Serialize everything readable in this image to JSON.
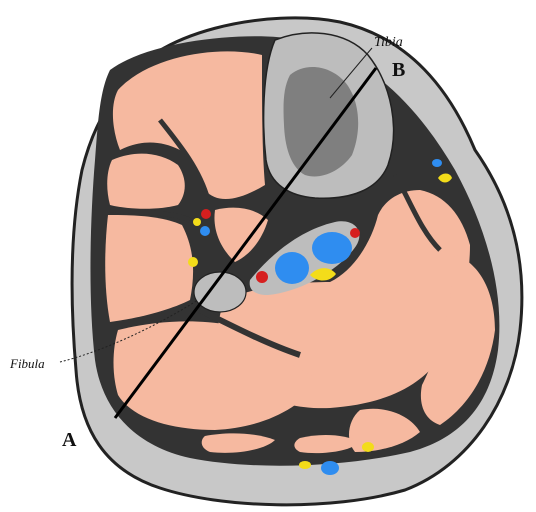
{
  "labels": {
    "tibia": "Tibia",
    "fibula": "Fibula",
    "point_a": "A",
    "point_b": "B"
  },
  "colors": {
    "skin": "#c8c8c8",
    "outline": "#222222",
    "muscle": "#f6b9a0",
    "fascia": "#333333",
    "bone_outer": "#bdbdbd",
    "bone_marrow": "#7f7f7f",
    "vein": "#2f8df0",
    "artery": "#d61f1f",
    "nerve": "#f3dc1a",
    "cut_line": "#000000"
  }
}
